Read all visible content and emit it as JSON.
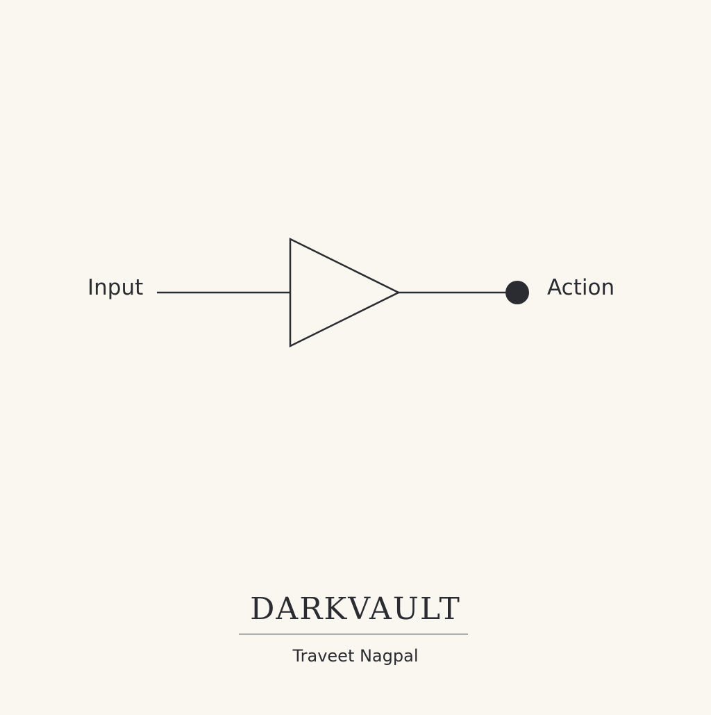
{
  "diagram": {
    "input_label": "Input",
    "output_label": "Action",
    "line_color": "#2a2c31",
    "node_color": "#2a2c31",
    "symbol": "buffer-triangle-icon"
  },
  "branding": {
    "brand_name": "DARKVAULT",
    "author": "Traveet Nagpal"
  },
  "colors": {
    "background": "#faf7f0",
    "ink": "#2a2c31"
  }
}
